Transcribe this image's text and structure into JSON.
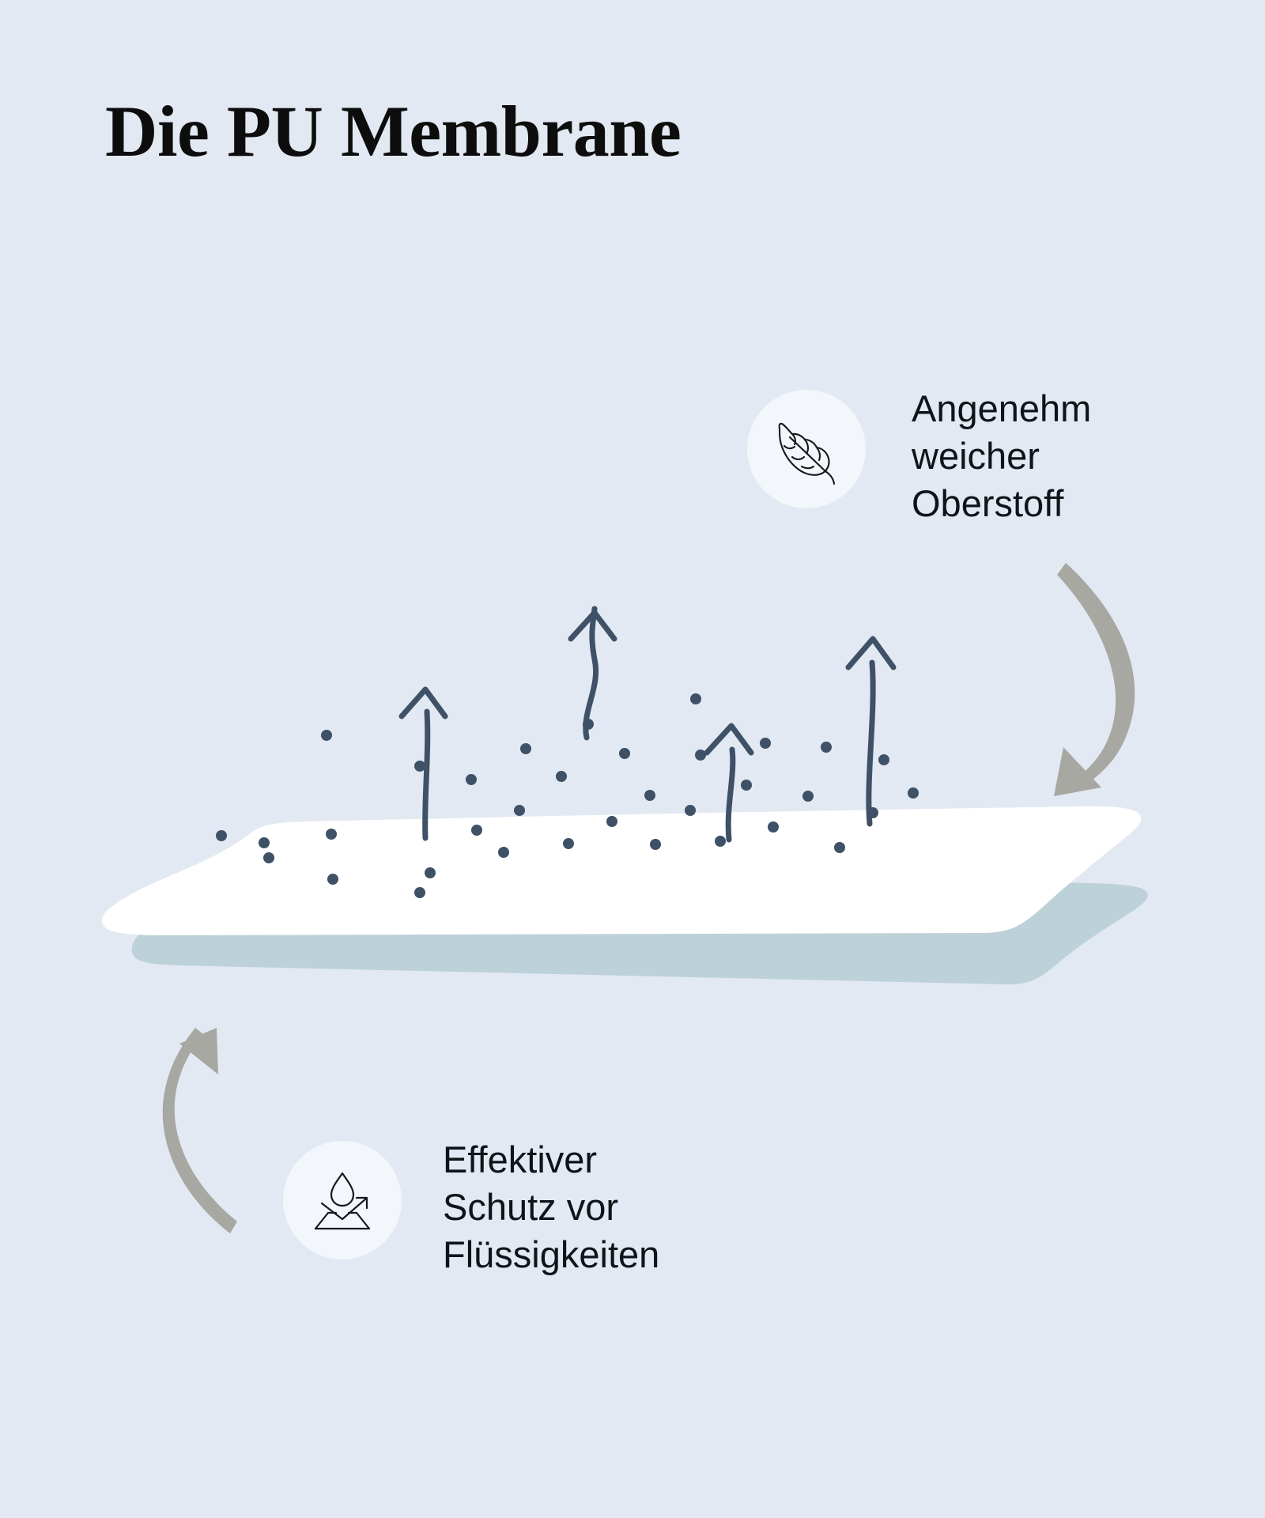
{
  "page": {
    "title": "Die PU Membrane",
    "background_color": "#e2e9f2"
  },
  "colors": {
    "background": "#e2e9f2",
    "top_layer": "#ffffff",
    "bottom_layer": "#bdd2d8",
    "pore_dots": "#3e5166",
    "vapor_arrows": "#3e5166",
    "pointer_arrows": "#a8a8a3",
    "icon_circle": "#f3f6fa",
    "icon_stroke": "#15181c",
    "title_text": "#0d0d0d",
    "label_text": "#101418"
  },
  "callouts": [
    {
      "id": "top-fabric",
      "icon_name": "leaf-icon",
      "text": "Angenehm\nweicher\nOberstoff",
      "points_to": "upper white fabric layer"
    },
    {
      "id": "bottom-membrane",
      "icon_name": "water-repellent-icon",
      "text": "Effektiver\nSchutz vor\nFlüssigkeiten",
      "points_to": "lower PU membrane layer"
    }
  ],
  "diagram": {
    "layers": [
      {
        "name": "Oberstoff",
        "color": "#ffffff",
        "role": "soft top fabric with pores"
      },
      {
        "name": "PU Membrane",
        "color": "#bdd2d8",
        "role": "liquid protection membrane"
      }
    ],
    "vapor_arrow_count": 4,
    "pore_dot_count": 34,
    "pointer_arrow_count": 2
  }
}
